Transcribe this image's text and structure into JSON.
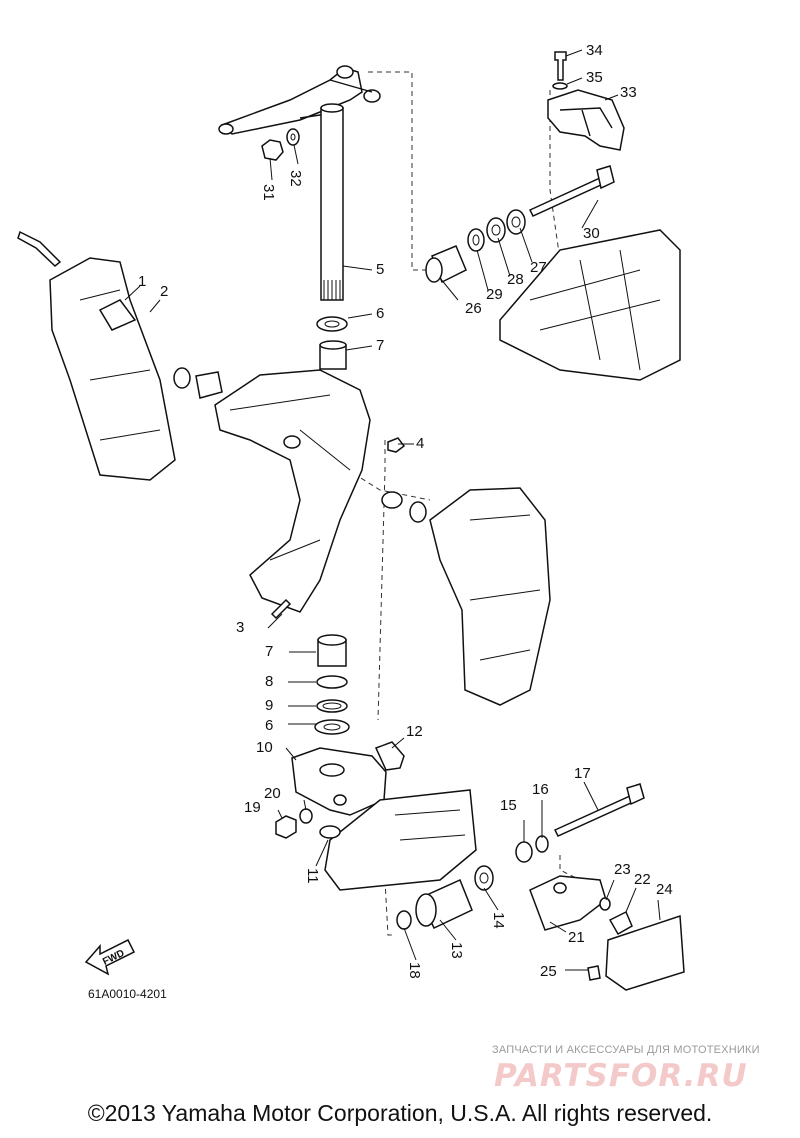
{
  "diagram": {
    "part_labels": [
      "1",
      "2",
      "3",
      "4",
      "5",
      "6",
      "7",
      "7",
      "8",
      "9",
      "6",
      "10",
      "11",
      "12",
      "13",
      "14",
      "15",
      "16",
      "17",
      "18",
      "19",
      "20",
      "21",
      "22",
      "23",
      "24",
      "25",
      "26",
      "27",
      "28",
      "29",
      "30",
      "31",
      "32",
      "33",
      "34",
      "35"
    ],
    "fwd_label": "FWD",
    "drawing_code": "61A0010-4201"
  },
  "watermark": {
    "tagline": "ЗАПЧАСТИ И АКСЕССУАРЫ ДЛЯ МОТОТЕХНИКИ",
    "brand": "PARTSFOR.RU"
  },
  "footer": {
    "copyright": "©2013 Yamaha Motor Corporation, U.S.A. All rights reserved."
  }
}
